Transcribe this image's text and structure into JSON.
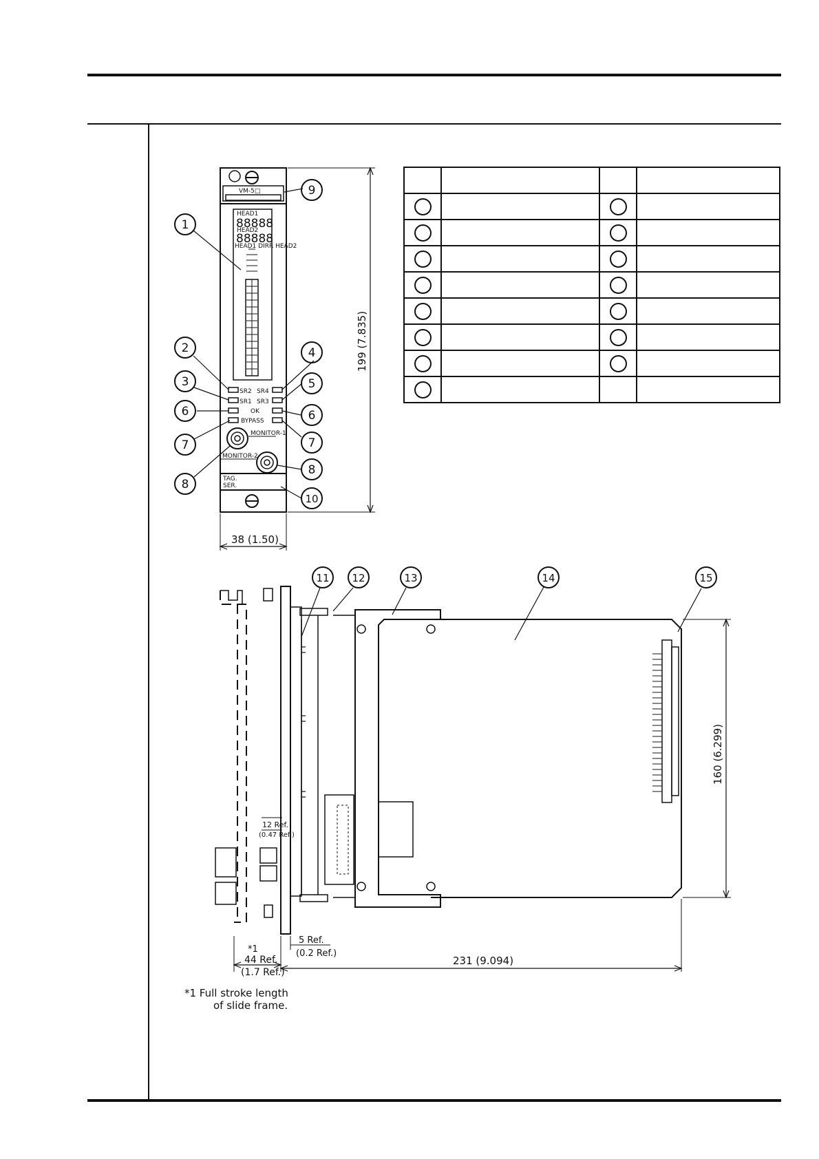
{
  "panel": {
    "model": "VM-5□",
    "head1": "HEAD1",
    "head2": "HEAD2",
    "scale_head": "HEAD1  DIRR  HEAD2",
    "leds": {
      "sr2": "SR2",
      "sr4": "SR4",
      "sr1": "SR1",
      "sr3": "SR3",
      "ok": "OK",
      "bypass": "BYPASS"
    },
    "monitor1": "MONITOR-1",
    "monitor2": "MONITOR-2",
    "tag": "TAG.",
    "ser": "SER."
  },
  "callouts": {
    "c1": "1",
    "c2": "2",
    "c3": "3",
    "c4": "4",
    "c5": "5",
    "c6": "6",
    "c7": "7",
    "c8": "8",
    "c9": "9",
    "c10": "10",
    "c11": "11",
    "c12": "12",
    "c13": "13",
    "c14": "14",
    "c15": "15"
  },
  "dimensions": {
    "height": "199 (7.835)",
    "width": "38 (1.50)",
    "card_height": "160 (6.299)",
    "card_length": "231 (9.094)",
    "ref_12": "12 Ref.",
    "ref_047": "(0.47 Ref.)",
    "ref_5": "5 Ref.",
    "ref_02": "(0.2 Ref.)",
    "note_mark": "*1",
    "ref_44": "44 Ref.",
    "ref_17": "(1.7 Ref.)"
  },
  "footnote": {
    "line1": "*1 Full stroke length",
    "line2": "of slide frame."
  }
}
